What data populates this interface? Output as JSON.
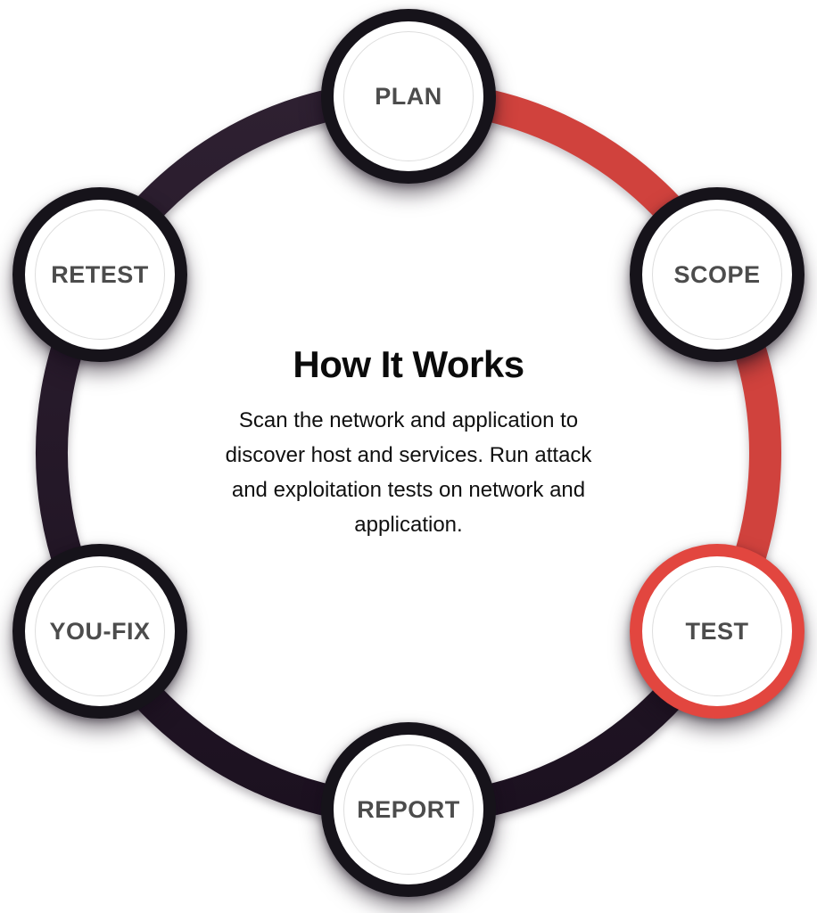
{
  "page": {
    "background": "#ffffff"
  },
  "diagram": {
    "title": "How It Works",
    "description": "Scan the network and application to\ndiscover host and services. Run attack\nand exploitation tests on network and\napplication.",
    "nodes": [
      {
        "id": "plan",
        "label": "PLAN",
        "active": false
      },
      {
        "id": "scope",
        "label": "SCOPE",
        "active": false
      },
      {
        "id": "test",
        "label": "TEST",
        "active": true
      },
      {
        "id": "report",
        "label": "REPORT",
        "active": false
      },
      {
        "id": "you-fix",
        "label": "YOU-FIX",
        "active": false
      },
      {
        "id": "retest",
        "label": "RETEST",
        "active": false
      }
    ],
    "ring_segments": [
      {
        "id": "red-segment",
        "from": "PLAN",
        "to": "TEST",
        "via": "SCOPE",
        "color": "#d0423d"
      },
      {
        "id": "dark-segment",
        "from": "TEST",
        "to": "PLAN",
        "via": "REPORT, YOU-FIX, RETEST",
        "color": "#251a29"
      }
    ],
    "colors": {
      "arc_red": "#d0423d",
      "arc_dark_top": "#2e2031",
      "arc_dark_bottom": "#1c1120",
      "node_ring_dark": "#16131a",
      "node_ring_active": "#e2463f",
      "node_fill": "#ffffff",
      "node_inner_stroke": "#dedede",
      "node_label": "#4c4c4c",
      "heading_text": "#0b0b0b",
      "body_text": "#101010"
    }
  }
}
